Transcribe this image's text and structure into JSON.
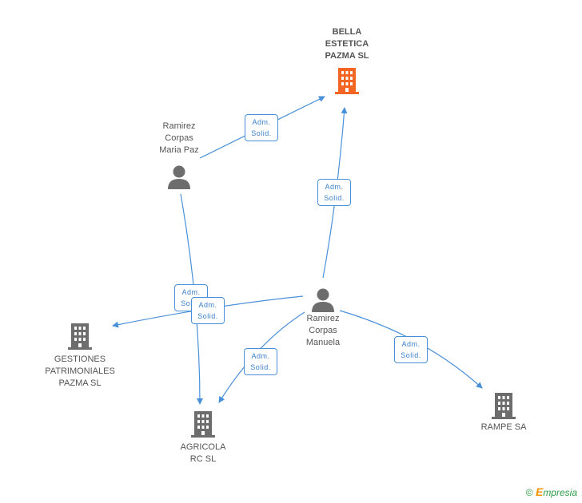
{
  "nodes": {
    "bella": {
      "lines": [
        "BELLA",
        "ESTETICA",
        "PAZMA SL"
      ],
      "type": "company",
      "highlight": true
    },
    "maria_paz": {
      "lines": [
        "Ramirez",
        "Corpas",
        "Maria Paz"
      ],
      "type": "person"
    },
    "manuela": {
      "lines": [
        "Ramirez",
        "Corpas",
        "Manuela"
      ],
      "type": "person"
    },
    "gestiones": {
      "lines": [
        "GESTIONES",
        "PATRIMONIALES",
        "PAZMA SL"
      ],
      "type": "company"
    },
    "agricola": {
      "lines": [
        "AGRICOLA",
        "RC SL"
      ],
      "type": "company"
    },
    "rampe": {
      "lines": [
        "RAMPE SA"
      ],
      "type": "company"
    }
  },
  "relations": [
    {
      "from": "maria_paz",
      "to": "bella",
      "label": [
        "Adm.",
        "Solid."
      ]
    },
    {
      "from": "manuela",
      "to": "bella",
      "label": [
        "Adm.",
        "Solid."
      ]
    },
    {
      "from": "maria_paz",
      "to": "agricola",
      "label": [
        "Adm.",
        "Solid."
      ]
    },
    {
      "from": "manuela",
      "to": "gestiones",
      "label": [
        "Adm.",
        "Solid."
      ]
    },
    {
      "from": "manuela",
      "to": "agricola",
      "label": [
        "Adm.",
        "Solid."
      ]
    },
    {
      "from": "manuela",
      "to": "rampe",
      "label": [
        "Adm.",
        "Solid."
      ]
    }
  ],
  "colors": {
    "edge": "#4a90d9",
    "company": "#6d6d6d",
    "company_highlight": "#f26522",
    "person": "#6d6d6d",
    "badge_text": "#3a7fc8"
  },
  "brand": {
    "copyright": "©",
    "initial": "E",
    "rest": "mpresia"
  }
}
